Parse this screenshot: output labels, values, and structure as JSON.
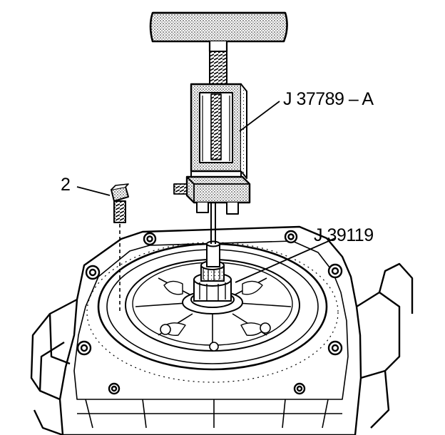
{
  "callouts": {
    "bolt_number": "2",
    "puller_tool": "J 37789 – A",
    "adapter_tool": "J 39119"
  },
  "colors": {
    "ink": "#000000",
    "paper": "#ffffff",
    "stipple": "#bdbdbd"
  },
  "icons": [
    "bolt-icon",
    "puller-tool-icon",
    "transmission-case-icon"
  ]
}
